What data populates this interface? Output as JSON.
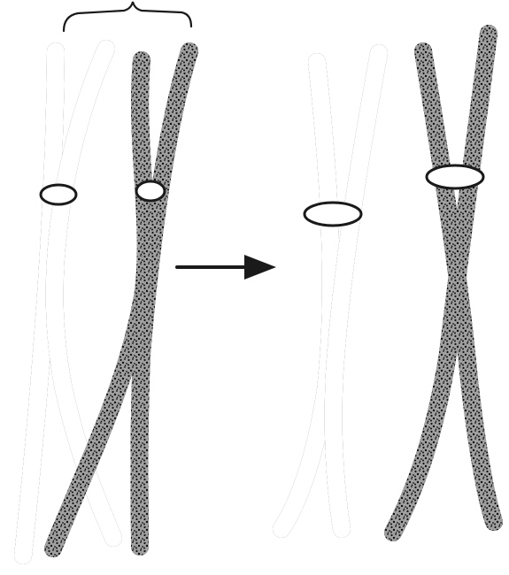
{
  "colors": {
    "background": "#ffffff",
    "outline": "#1a1a1a",
    "light_chromatid_fill": "#ffffff",
    "dark_chromatid_fill": "#8a8a8a",
    "stipple_dot": "#111111",
    "centromere_fill": "#ffffff",
    "arrow": "#1a1a1a"
  },
  "figure": {
    "left_panel": {
      "state": "tetrad-crossed",
      "chromatids": [
        {
          "shade": "light"
        },
        {
          "shade": "light"
        },
        {
          "shade": "dark"
        },
        {
          "shade": "dark"
        }
      ],
      "bracket_icon": "curly-brace"
    },
    "transition_icon": "right-arrow",
    "right_panel": {
      "state": "separated-homologs",
      "chromosomes": [
        {
          "shade": "light"
        },
        {
          "shade": "dark"
        }
      ]
    }
  }
}
